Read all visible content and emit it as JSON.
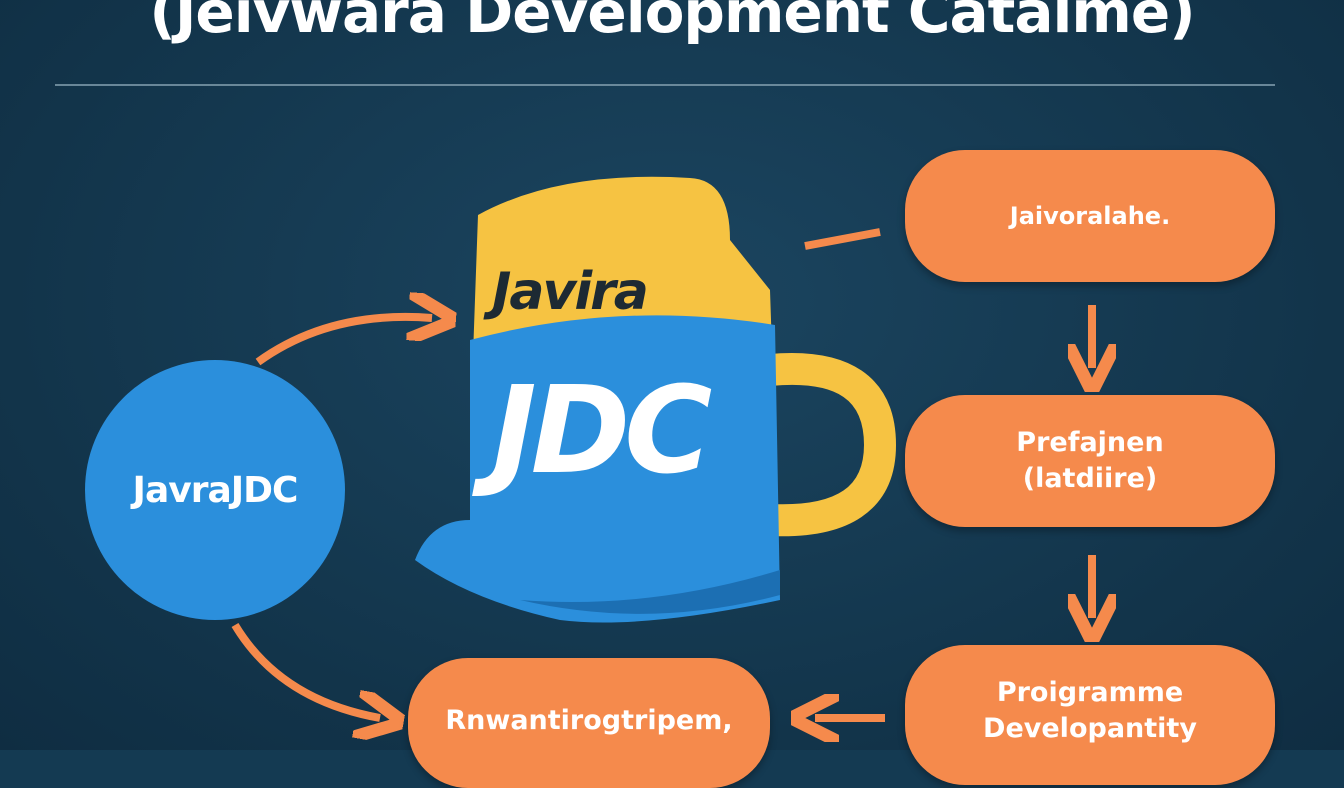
{
  "title": "(Jeivwara Development Catalme)",
  "hub": {
    "label": "JavraJDC"
  },
  "book": {
    "top_label": "Javira",
    "main_label": "JDC"
  },
  "steps": [
    {
      "label": "Jaivoralahe."
    },
    {
      "label": "Prefajnen\n(latdiire)"
    },
    {
      "label": "Proigramme\nDevelopantity"
    },
    {
      "label": "Rnwantirogtripem,"
    }
  ],
  "colors": {
    "background": "#143a52",
    "accent_orange": "#f58a4c",
    "blue": "#2b8fdc",
    "yellow": "#f6c342"
  }
}
